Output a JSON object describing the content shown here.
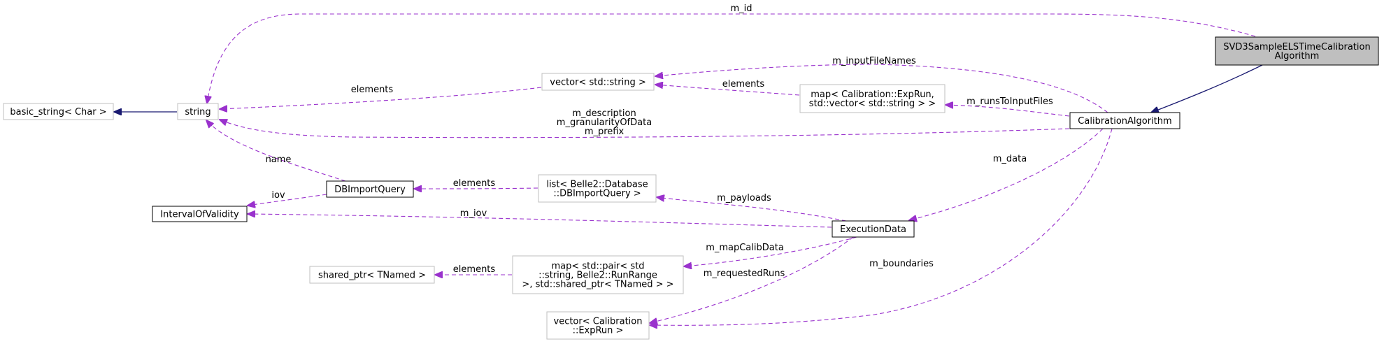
{
  "nodes": {
    "svd3": {
      "lines": [
        "SVD3SampleELSTimeCalibration",
        "Algorithm"
      ]
    },
    "calib_alg": {
      "lines": [
        "CalibrationAlgorithm"
      ]
    },
    "basic_string": {
      "lines": [
        "basic_string< Char >"
      ]
    },
    "string": {
      "lines": [
        "string"
      ]
    },
    "vector_string": {
      "lines": [
        "vector< std::string >"
      ]
    },
    "map_exprun": {
      "lines": [
        "map< Calibration::ExpRun,",
        "std::vector< std::string > >"
      ]
    },
    "interval": {
      "lines": [
        "IntervalOfValidity"
      ]
    },
    "dbimport": {
      "lines": [
        "DBImportQuery"
      ]
    },
    "list_db": {
      "lines": [
        "list< Belle2::Database",
        "::DBImportQuery >"
      ]
    },
    "execdata": {
      "lines": [
        "ExecutionData"
      ]
    },
    "shared_ptr": {
      "lines": [
        "shared_ptr< TNamed >"
      ]
    },
    "map_pair": {
      "lines": [
        "map< std::pair< std",
        "::string, Belle2::RunRange",
        " >, std::shared_ptr< TNamed > >"
      ]
    },
    "vector_exprun": {
      "lines": [
        "vector< Calibration",
        "::ExpRun >"
      ]
    }
  },
  "edges": {
    "m_id": {
      "lines": [
        "m_id"
      ]
    },
    "m_inputFileNames": {
      "lines": [
        "m_inputFileNames"
      ]
    },
    "elements_vec_string": {
      "lines": [
        "elements"
      ]
    },
    "elements_map_vec": {
      "lines": [
        "elements"
      ]
    },
    "m_runsToInputFiles": {
      "lines": [
        "m_runsToInputFiles"
      ]
    },
    "m_description": {
      "lines": [
        "m_description",
        "m_granularityOfData",
        "m_prefix"
      ]
    },
    "name": {
      "lines": [
        "name"
      ]
    },
    "iov": {
      "lines": [
        "iov"
      ]
    },
    "elements_list_db": {
      "lines": [
        "elements"
      ]
    },
    "m_payloads": {
      "lines": [
        "m_payloads"
      ]
    },
    "m_iov": {
      "lines": [
        "m_iov"
      ]
    },
    "m_data": {
      "lines": [
        "m_data"
      ]
    },
    "m_mapCalibData": {
      "lines": [
        "m_mapCalibData"
      ]
    },
    "elements_shared": {
      "lines": [
        "elements"
      ]
    },
    "m_requestedRuns": {
      "lines": [
        "m_requestedRuns"
      ]
    },
    "m_boundaries": {
      "lines": [
        "m_boundaries"
      ]
    },
    "inherit_basic_string": {
      "lines": []
    },
    "inherit_calib": {
      "lines": []
    }
  }
}
